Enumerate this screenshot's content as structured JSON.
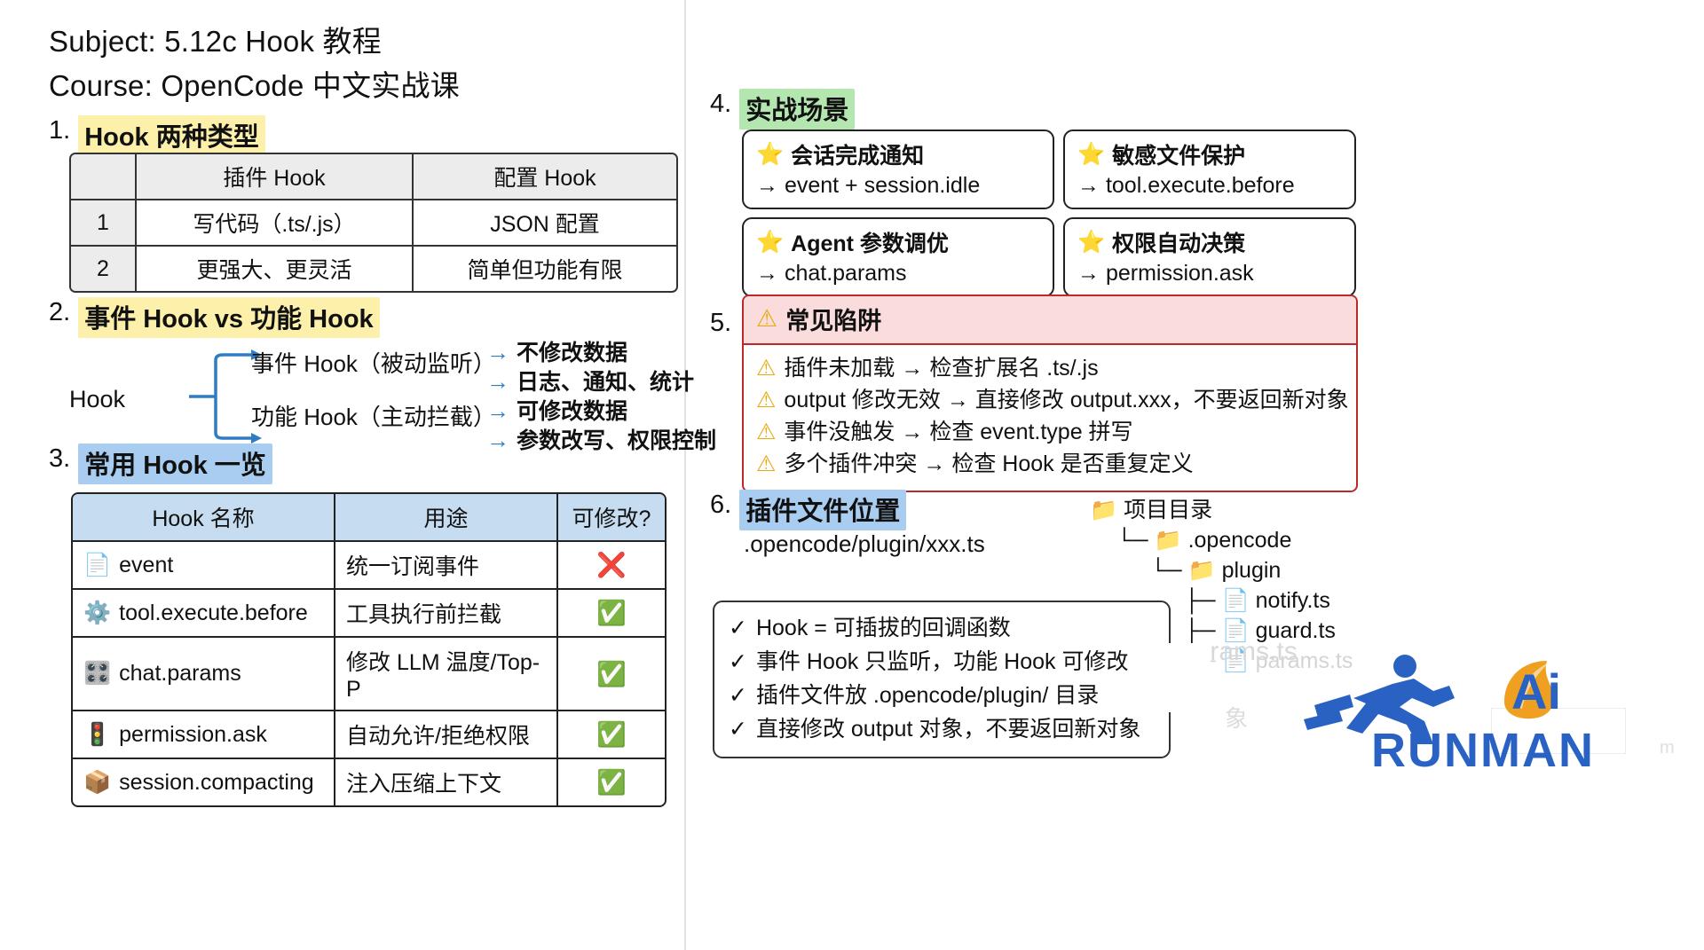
{
  "header": {
    "subject": "Subject: 5.12c Hook 教程",
    "course": "Course: OpenCode 中文实战课"
  },
  "section1": {
    "number": "1.",
    "title": "Hook 两种类型",
    "table": {
      "headers": [
        "",
        "插件 Hook",
        "配置 Hook"
      ],
      "rows": [
        [
          "1",
          "写代码（.ts/.js）",
          "JSON 配置"
        ],
        [
          "2",
          "更强大、更灵活",
          "简单但功能有限"
        ]
      ]
    }
  },
  "section2": {
    "number": "2.",
    "title": "事件 Hook vs 功能 Hook",
    "root": "Hook",
    "branch_a": "事件 Hook（被动监听）",
    "branch_b": "功能 Hook（主动拦截）",
    "notes": [
      "不修改数据",
      "日志、通知、统计",
      "可修改数据",
      "参数改写、权限控制"
    ],
    "arrow": "→"
  },
  "section3": {
    "number": "3.",
    "title": "常用 Hook 一览",
    "table": {
      "headers": [
        "Hook 名称",
        "用途",
        "可修改?"
      ],
      "rows": [
        {
          "icon": "page-icon",
          "glyph": "📄",
          "name": "event",
          "use": "统一订阅事件",
          "mod": "❌"
        },
        {
          "icon": "gear-icon",
          "glyph": "⚙️",
          "name": "tool.execute.before",
          "use": "工具执行前拦截",
          "mod": "✅"
        },
        {
          "icon": "sliders-icon",
          "glyph": "🎛️",
          "name": "chat.params",
          "use": "修改 LLM 温度/Top-P",
          "mod": "✅"
        },
        {
          "icon": "traffic-light-icon",
          "glyph": "🚦",
          "name": "permission.ask",
          "use": "自动允许/拒绝权限",
          "mod": "✅"
        },
        {
          "icon": "package-icon",
          "glyph": "📦",
          "name": "session.compacting",
          "use": "注入压缩上下文",
          "mod": "✅"
        }
      ]
    }
  },
  "section4": {
    "number": "4.",
    "title": "实战场景",
    "star": "⭐",
    "cards": [
      {
        "title": "会话完成通知",
        "detail": "→ event + session.idle"
      },
      {
        "title": "敏感文件保护",
        "detail": "→ tool.execute.before"
      },
      {
        "title": "Agent 参数调优",
        "detail": "→ chat.params"
      },
      {
        "title": "权限自动决策",
        "detail": "→ permission.ask"
      }
    ]
  },
  "section5": {
    "number": "5.",
    "title": "常见陷阱",
    "warn": "⚠",
    "items": [
      "插件未加载 → 检查扩展名 .ts/.js",
      "output 修改无效 → 直接修改 output.xxx，不要返回新对象",
      "事件没触发 → 检查 event.type 拼写",
      "多个插件冲突 → 检查 Hook 是否重复定义"
    ]
  },
  "section6": {
    "number": "6.",
    "title": "插件文件位置",
    "path": ".opencode/plugin/xxx.ts",
    "tree": [
      {
        "depth": 0,
        "icon": "folder-icon",
        "glyph": "📁",
        "prefix": "",
        "label": "项目目录"
      },
      {
        "depth": 1,
        "icon": "folder-icon",
        "glyph": "📁",
        "prefix": "└─",
        "label": ".opencode"
      },
      {
        "depth": 2,
        "icon": "folder-icon",
        "glyph": "📁",
        "prefix": "└─",
        "label": "plugin"
      },
      {
        "depth": 3,
        "icon": "file-icon",
        "glyph": "📄",
        "prefix": "├─",
        "label": "notify.ts"
      },
      {
        "depth": 3,
        "icon": "file-icon",
        "glyph": "📄",
        "prefix": "├─",
        "label": "guard.ts"
      },
      {
        "depth": 3,
        "icon": "file-icon",
        "glyph": "📄",
        "prefix": "└─",
        "label": "params.ts"
      }
    ]
  },
  "summary": {
    "tick": "✓",
    "items": [
      "Hook = 可插拔的回调函数",
      "事件 Hook 只监听，功能 Hook 可修改",
      "插件文件放 .opencode/plugin/ 目录",
      "直接修改 output 对象，不要返回新对象"
    ]
  },
  "watermark": {
    "brand": "RUNMAN",
    "ai": "Ai",
    "ghost1": "params.ts",
    "ghost2": "象",
    "ghost3": "m"
  },
  "colors": {
    "highlight_yellow": "#fdf0ab",
    "highlight_blue": "#a9cdf0",
    "highlight_green": "#b4e7b0",
    "warn_border": "#bb2a2a",
    "warn_bg": "#fadcdc",
    "table3_header": "#c6dcf0",
    "arrow_blue": "#2f7cc4",
    "brand_blue": "#2a62c4"
  }
}
